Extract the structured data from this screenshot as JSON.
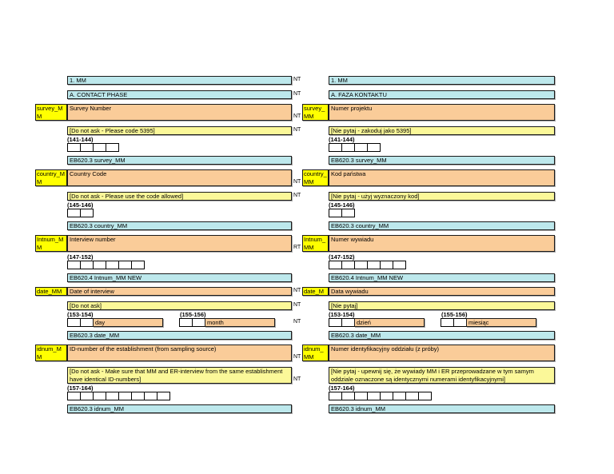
{
  "markers": {
    "nt": "NT",
    "rt": "RT"
  },
  "colors": {
    "result_cyan": "#BDE8EC",
    "question_orange": "#FACC99",
    "instruction_yellow": "#FBF899",
    "variable_yellow": "#FFFF00"
  },
  "intro": {
    "row1": {
      "en": "1. MM",
      "pl": "1. MM",
      "marker": "NT"
    },
    "row2": {
      "en": "A. CONTACT PHASE",
      "pl": "A. FAZA KONTAKTU",
      "marker": "NT"
    }
  },
  "sections": {
    "survey": {
      "variable": "survey_MM",
      "question_en": "Survey Number",
      "question_pl": "Numer projektu",
      "marker": "NT",
      "instruction_en": "[Do not ask - Please code 5395]",
      "instruction_pl": "[Nie pytaj - zakoduj jako 5395]",
      "instruction_marker": "NT",
      "columns": "(141-144)",
      "boxes": 4,
      "result": "EB620.3 survey_MM"
    },
    "country": {
      "variable": "country_MM",
      "question_en": "Country Code",
      "question_pl": "Kod państwa",
      "marker": "NT",
      "instruction_en": "[Do not ask - Please use the code allowed]",
      "instruction_pl": "[Nie pytaj - użyj wyznaczony kod]",
      "instruction_marker": "NT",
      "columns": "(145-146)",
      "boxes": 2,
      "result": "EB620.3 country_MM"
    },
    "intnum": {
      "variable": "Intnum_MM",
      "question_en": "Interview number",
      "question_pl": "Numer wywiadu",
      "marker": "RT",
      "columns": "(147-152)",
      "boxes": 6,
      "result": "EB620.4 Intnum_MM NEW"
    },
    "date": {
      "variable": "date_MM",
      "question_en": "Date of interview",
      "question_pl": "Data wywiadu",
      "marker": "NT",
      "instruction_en": "[Do not ask]",
      "instruction_pl": "[Nie pytaj]",
      "instruction_marker": "NT",
      "columns_day": "(153-154)",
      "columns_month": "(155-156)",
      "day_boxes": 2,
      "month_boxes": 2,
      "day_label_en": "day",
      "day_label_pl": "dzień",
      "month_label_en": "month",
      "month_label_pl": "miesiąc",
      "boxes_marker": "NT",
      "result": "EB620.3 date_MM"
    },
    "idnum": {
      "variable": "idnum_MM",
      "question_en": "ID-number of the establishment (from sampling source)",
      "question_pl": "Numer identyfikacyjny oddziału (z próby)",
      "marker": "NT",
      "instruction_en": "[Do not ask - Make sure that MM and ER-interview from the same establishment have identical ID-numbers]",
      "instruction_pl": "[Nie pytaj - upewnij się, że wywiady MM i ER przeprowadzane w tym samym oddziale oznaczone są identycznymi numerami identyfikacyjnymi]",
      "instruction_marker": "NT",
      "columns": "(157-164)",
      "boxes": 8,
      "result": "EB620.3 idnum_MM"
    }
  }
}
